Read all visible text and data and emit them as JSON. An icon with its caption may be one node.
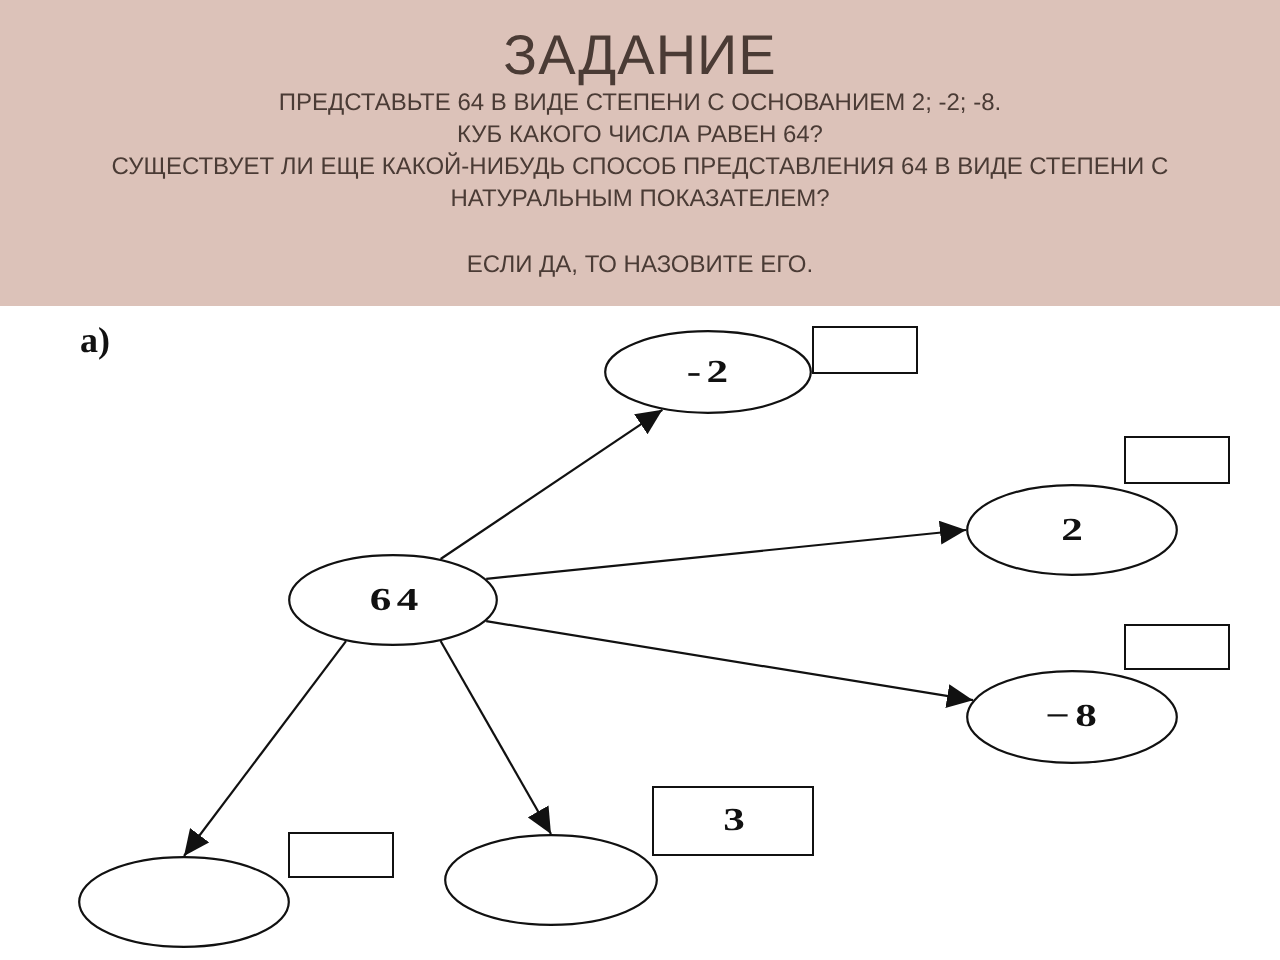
{
  "diagram": {
    "title": "ЗАДАНИЕ",
    "nodes": [
      {
        "text": [
          "-2"
        ]
      },
      {
        "text": [],
        "shape": "box"
      },
      {
        "text": [
          "2"
        ]
      },
      {
        "text": [],
        "shape": "box"
      },
      {
        "text": [
          "64"
        ]
      },
      {
        "text": [
          "−8"
        ]
      },
      {
        "text": [],
        "shape": "box"
      },
      {
        "text": [
          "3"
        ]
      },
      {
        "text": [],
        "shape": "box"
      },
      {
        "text": [],
        "shape": "ellipse"
      },
      {
        "text": [],
        "shape": "ellipse"
      }
    ],
    "edges": [
      {
        "from": 4,
        "to": 0,
        "arrow": "to"
      },
      {
        "from": 4,
        "to": 2,
        "arrow": "to"
      },
      {
        "from": 4,
        "to": 5,
        "arrow": "to"
      },
      {
        "from": 4,
        "to": 9,
        "arrow": "to"
      },
      {
        "from": 4,
        "to": 10,
        "arrow": "to"
      }
    ],
    "labels": [
      "ПРЕДСТАВЬТЕ 64 В ВИДЕ СТЕПЕНИ С ОСНОВАНИЕМ 2; -2; -8.",
      "КУБ КАКОГО ЧИСЛА РАВЕН 64?",
      "СУЩЕСТВУЕТ ЛИ ЕЩЕ КАКОЙ-НИБУДЬ СПОСОБ ПРЕДСТАВЛЕНИЯ 64 В ВИДЕ СТЕПЕНИ С НАТУРАЛЬНЫМ ПОКАЗАТЕЛЕМ?",
      "ЕСЛИ ДА, ТО НАЗОВИТЕ ЕГО.",
      "а)"
    ]
  }
}
